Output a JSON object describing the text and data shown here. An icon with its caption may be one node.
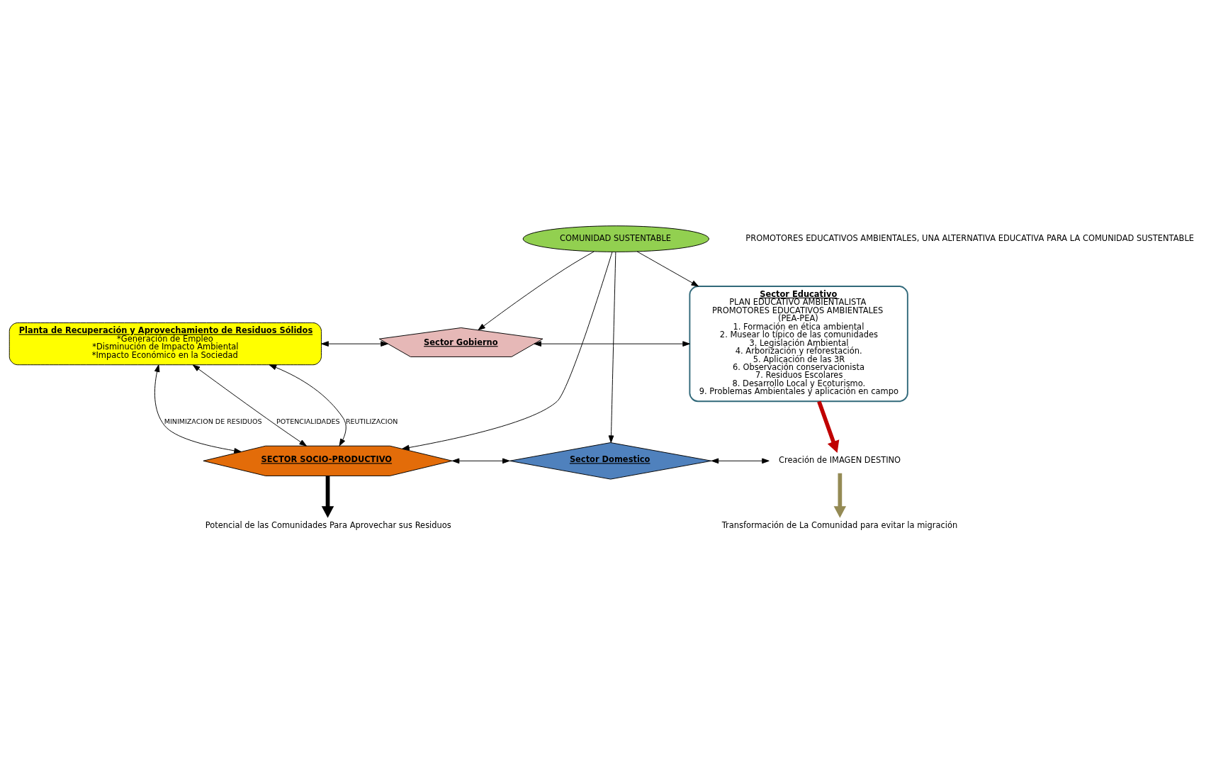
{
  "diagram": {
    "nodes": [
      {
        "text": [
          "Planta de Recuperación y Aprovechamiento de Residuos Sólidos",
          "*Generación de Empleo",
          "*Disminución de Impacto Ambiental",
          "*Impacto Económico en la Sociedad"
        ]
      },
      {
        "text": [
          "Sector Gobierno"
        ]
      },
      {
        "text": [
          "Sector Educativo",
          "PLAN EDUCATIVO AMBIENTALISTA",
          "PROMOTORES EDUCATIVOS AMBIENTALES",
          "(PEA-PEA)",
          "1. Formación en ética ambiental",
          "2. Musear lo típico de las comunidades",
          "3. Legislación Ambiental",
          "4. Arborización y reforestación.",
          "5. Aplicación de las 3R",
          "6. Observación conservacionista",
          "7. Residuos Escolares",
          "8. Desarrollo Local y Ecoturismo.",
          "9. Problemas Ambientales y aplicación en campo"
        ]
      },
      {
        "text": [
          "COMUNIDAD SUSTENTABLE"
        ]
      },
      {
        "text": [
          "SECTOR SOCIO-PRODUCTIVO"
        ]
      },
      {
        "text": [
          "Sector Domestico"
        ]
      },
      {
        "text": [
          "Creación de IMAGEN DESTINO"
        ]
      },
      {
        "text": [
          "Potencial de las Comunidades Para Aprovechar sus Residuos"
        ]
      },
      {
        "text": [
          "Transformación de La Comunidad para evitar la migración"
        ]
      }
    ],
    "edges": [
      {
        "from": 0,
        "to": 1,
        "arrow": "both"
      },
      {
        "from": 1,
        "to": 2,
        "arrow": "both"
      },
      {
        "from": 3,
        "to": 1,
        "arrow": "to"
      },
      {
        "from": 3,
        "to": 2,
        "arrow": "to"
      },
      {
        "from": 0,
        "to": 4,
        "arrow": "both",
        "label": "POTENCIALIDADES"
      },
      {
        "from": 0,
        "to": 4,
        "arrow": "both",
        "label": "REUTILIZACION"
      },
      {
        "from": 0,
        "to": 4,
        "arrow": "both",
        "label": "MINIMIZACION DE RESIDUOS"
      },
      {
        "from": 3,
        "to": 4,
        "arrow": "to"
      },
      {
        "from": 3,
        "to": 5,
        "arrow": "to"
      },
      {
        "from": 4,
        "to": 5,
        "arrow": "both"
      },
      {
        "from": 5,
        "to": 6,
        "arrow": "both"
      },
      {
        "from": 2,
        "to": 6,
        "arrow": "to",
        "style": "thick",
        "color": "#c00000"
      },
      {
        "from": 4,
        "to": 7,
        "arrow": "to",
        "style": "thick"
      },
      {
        "from": 6,
        "to": 8,
        "arrow": "to",
        "style": "thick",
        "color": "#948a54"
      }
    ],
    "labels": [
      "PROMOTORES EDUCATIVOS AMBIENTALES, UNA ALTERNATIVA EDUCATIVA PARA LA COMUNIDAD SUSTENTABLE"
    ]
  }
}
